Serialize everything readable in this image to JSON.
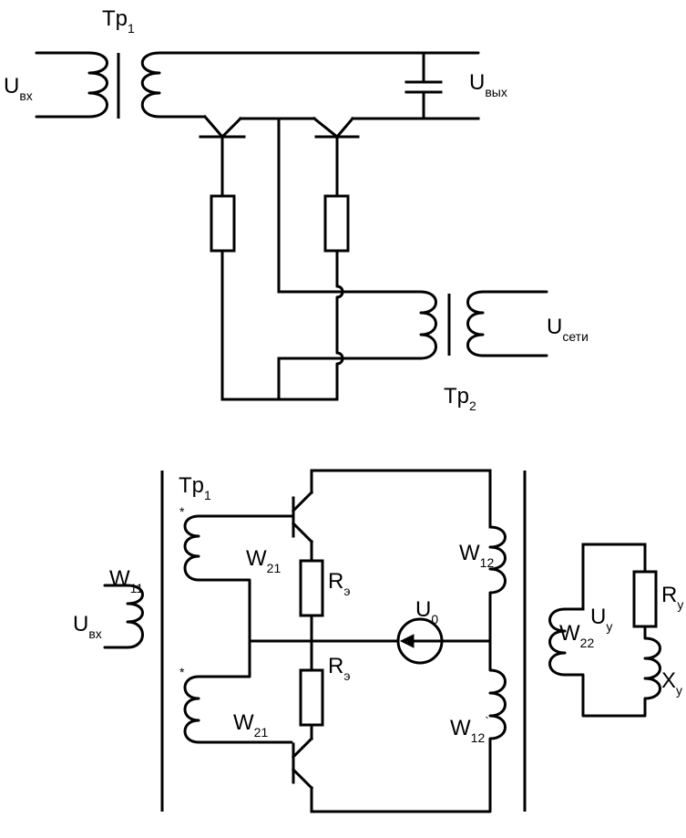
{
  "top_circuit": {
    "tr1": {
      "main": "Tp",
      "sub": "1"
    },
    "u_in": {
      "main": "U",
      "sub": "вх"
    },
    "u_out": {
      "main": "U",
      "sub": "вых"
    },
    "u_mains": {
      "main": "U",
      "sub": "сети"
    },
    "tr2": {
      "main": "Tp",
      "sub": "2"
    }
  },
  "bottom_circuit": {
    "tr1": {
      "main": "Tp",
      "sub": "1"
    },
    "w11": {
      "main": "W",
      "sub": "11"
    },
    "u_in": {
      "main": "U",
      "sub": "вх"
    },
    "w21_top": {
      "main": "W",
      "sub": "21"
    },
    "w21_bottom": {
      "main": "W",
      "sub": "21"
    },
    "re_top": {
      "main": "R",
      "sub": "э"
    },
    "re_bottom": {
      "main": "R",
      "sub": "э"
    },
    "u0": {
      "main": "U",
      "sub": "0"
    },
    "w12": {
      "main": "W",
      "sub": "12"
    },
    "w12_prime": {
      "main": "W",
      "sub": "12",
      "mark": "`"
    },
    "w22": {
      "main": "W",
      "sub": "22"
    },
    "uy": {
      "main": "U",
      "sub": "у"
    },
    "ry": {
      "main": "R",
      "sub": "у"
    },
    "xy": {
      "main": "X",
      "sub": "у"
    },
    "star": "*"
  }
}
